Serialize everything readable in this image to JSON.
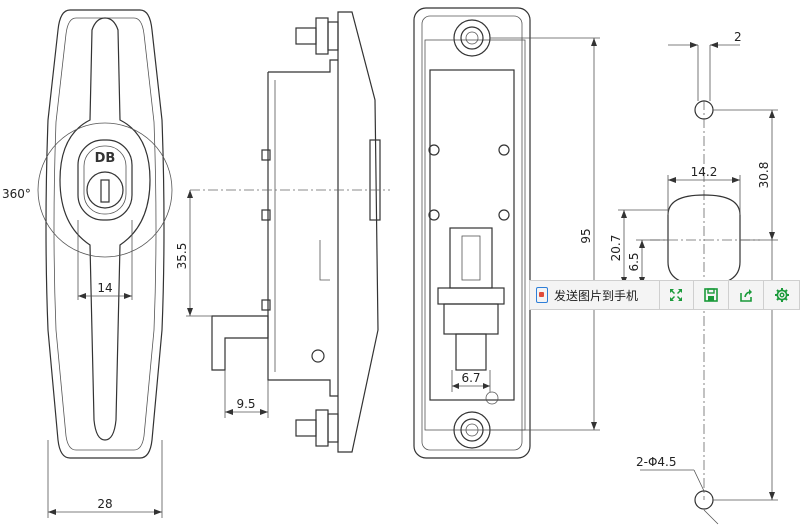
{
  "dimensions": {
    "d360": "360°",
    "d14": "14",
    "d28": "28",
    "d35_5": "35.5",
    "d9_5": "9.5",
    "d95": "95",
    "d6_7": "6.7",
    "d2": "2",
    "d14_2": "14.2",
    "d30_8": "30.8",
    "d20_7": "20.7",
    "d6_5": "6.5",
    "d2phi4_5": "2-Φ4.5"
  },
  "logo": {
    "text": "DB"
  },
  "toolbar": {
    "send_label": "发送图片到手机",
    "icons": [
      "phone-send-icon",
      "fullscreen-icon",
      "save-icon",
      "share-icon",
      "settings-icon"
    ],
    "icon_color": "#1a9a3a"
  }
}
